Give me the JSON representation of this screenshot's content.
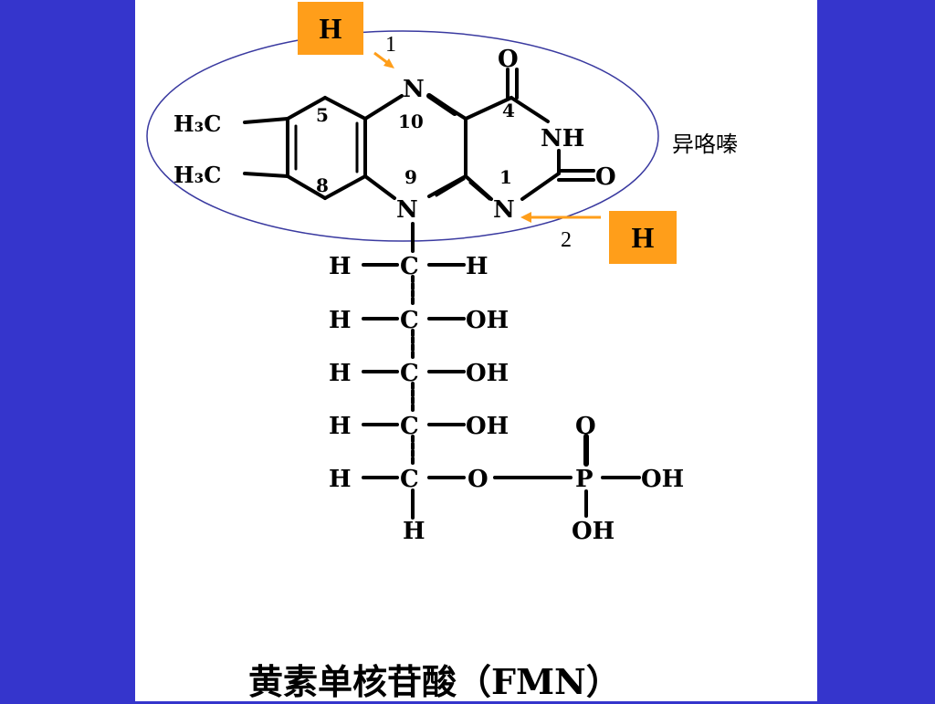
{
  "caption": "黄素单核苷酸（FMN）",
  "ring_label": "异咯嗪",
  "callouts": [
    {
      "box_text": "H",
      "number": "1"
    },
    {
      "box_text": "H",
      "number": "2"
    }
  ],
  "molecule": {
    "ch3_top": "H₃C",
    "ch3_bottom": "H₃C",
    "n_top": "N",
    "n_bottom_left": "N",
    "n_bottom_right": "N",
    "nh": "NH",
    "o_top": "O",
    "o_right": "O",
    "pos_5": "5",
    "pos_8": "8",
    "pos_10": "10",
    "pos_4": "4",
    "pos_9": "9",
    "pos_1": "1",
    "chain": [
      {
        "left": "H",
        "center": "C",
        "right": "H"
      },
      {
        "left": "H",
        "center": "C",
        "right": "OH"
      },
      {
        "left": "H",
        "center": "C",
        "right": "OH"
      },
      {
        "left": "H",
        "center": "C",
        "right": "OH"
      },
      {
        "left": "H",
        "center": "C",
        "right": "O"
      }
    ],
    "chain_bottom_h": "H",
    "phosphate": {
      "p": "P",
      "o_top": "O",
      "oh_right": "OH",
      "oh_bottom": "OH"
    }
  },
  "colors": {
    "background": "#3535cc",
    "panel": "#ffffff",
    "callout": "#ff9e1a",
    "ellipse": "#3a3aa0",
    "arrow": "#ff9e1a"
  }
}
